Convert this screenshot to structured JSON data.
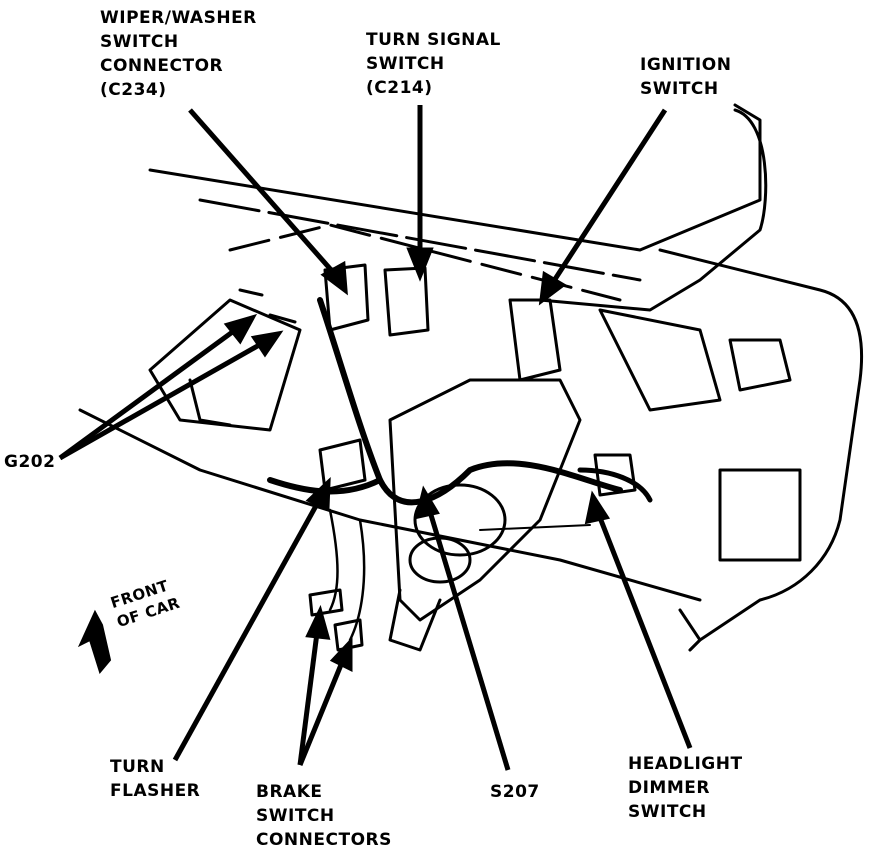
{
  "diagram": {
    "labels": {
      "wiper_washer": [
        "WIPER/WASHER",
        "SWITCH",
        "CONNECTOR",
        "(C234)"
      ],
      "turn_signal": [
        "TURN SIGNAL",
        "SWITCH",
        "(C214)"
      ],
      "ignition": [
        "IGNITION",
        "SWITCH"
      ],
      "g202": [
        "G202"
      ],
      "front_of_car": [
        "FRONT",
        "OF CAR"
      ],
      "turn_flasher": [
        "TURN",
        "FLASHER"
      ],
      "brake_switch": [
        "BRAKE",
        "SWITCH",
        "CONNECTORS"
      ],
      "s207": [
        "S207"
      ],
      "headlight_dimmer": [
        "HEADLIGHT",
        "DIMMER",
        "SWITCH"
      ]
    },
    "colors": {
      "ink": "#000000",
      "paper": "#ffffff"
    }
  }
}
